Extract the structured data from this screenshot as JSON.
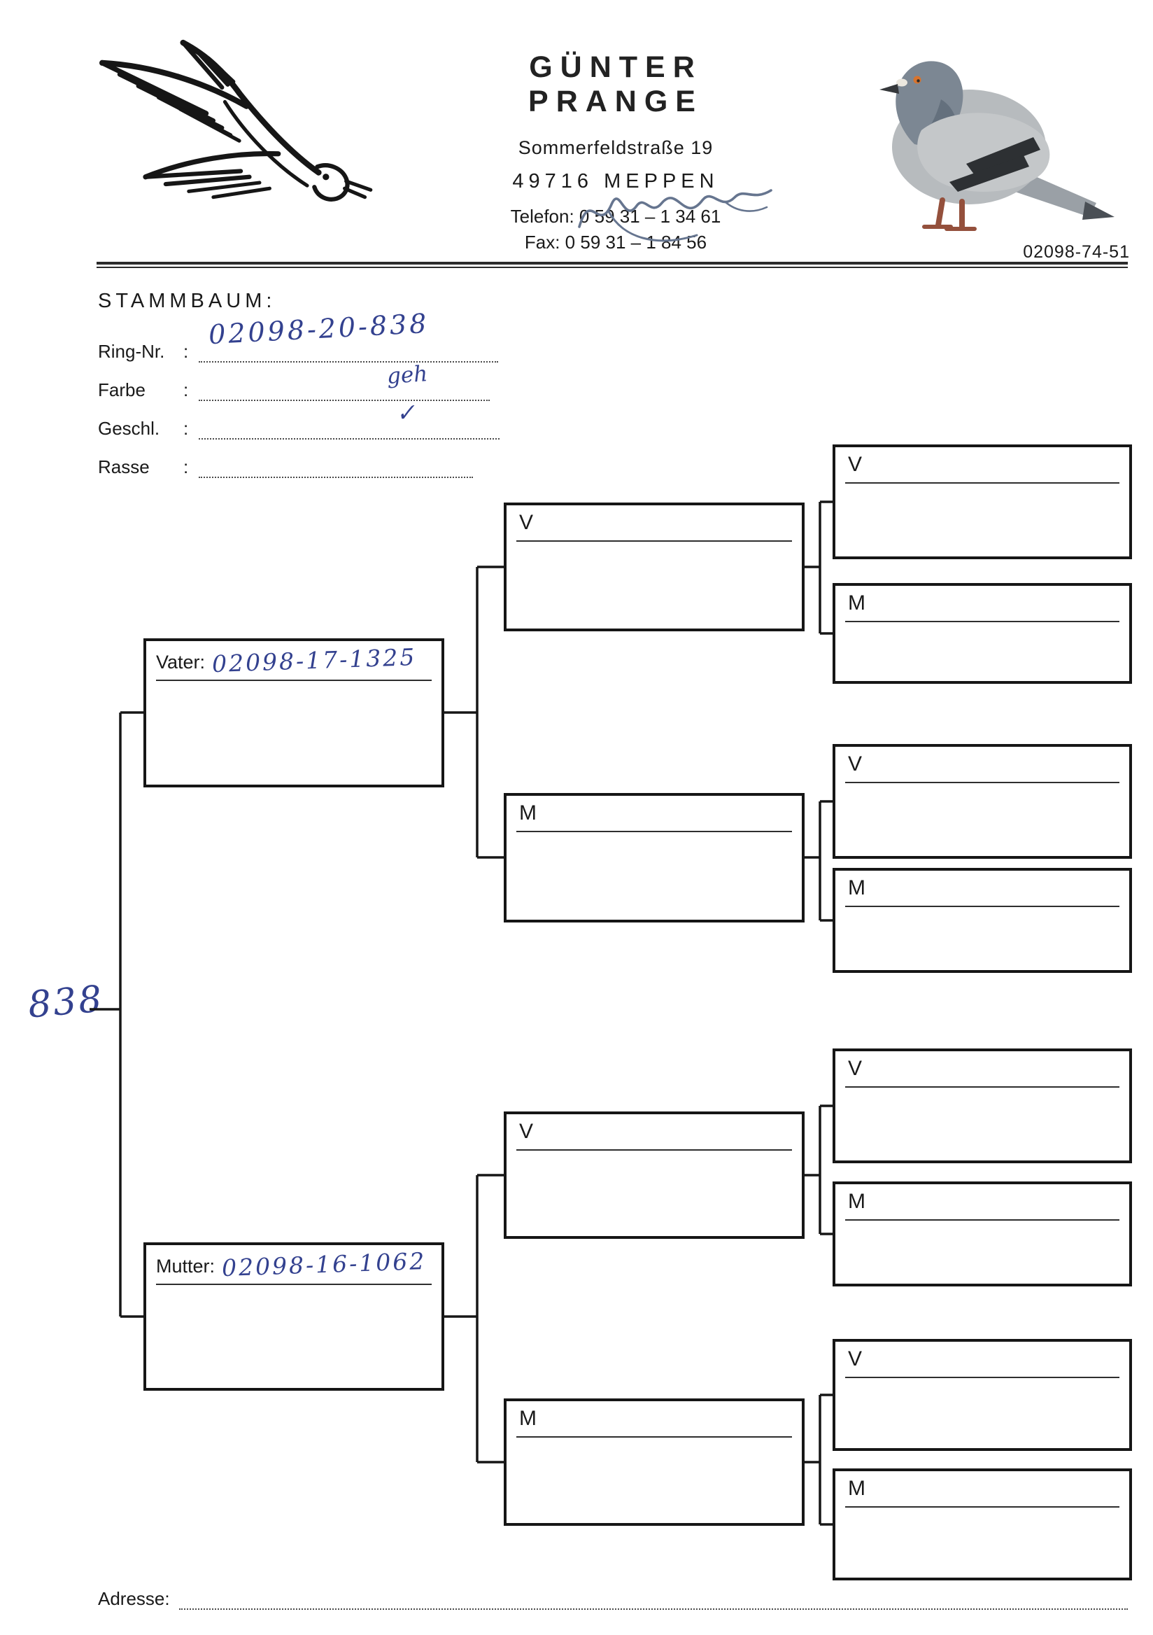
{
  "header": {
    "name": "GÜNTER PRANGE",
    "street": "Sommerfeldstraße 19",
    "city": "49716 MEPPEN",
    "phone": "Telefon: 0 59 31 – 1 34 61",
    "fax": "Fax: 0 59 31 – 1 84 56",
    "pigeon_photo_caption": "02098-74-51"
  },
  "form": {
    "section_title": "STAMMBAUM:",
    "rows": [
      {
        "label": "Ring-Nr.",
        "sep": ":",
        "value": "02098-20-838"
      },
      {
        "label": "Farbe",
        "sep": ":",
        "value": "geh"
      },
      {
        "label": "Geschl.",
        "sep": ":",
        "value": "✓"
      },
      {
        "label": "Rasse",
        "sep": ":",
        "value": ""
      }
    ],
    "adresse_label": "Adresse:"
  },
  "pedigree": {
    "root_ring": "838",
    "father": {
      "label": "Vater:",
      "ring": "02098-17-1325"
    },
    "mother": {
      "label": "Mutter:",
      "ring": "02098-16-1062"
    },
    "gen2": [
      {
        "label": "V"
      },
      {
        "label": "M"
      },
      {
        "label": "V"
      },
      {
        "label": "M"
      }
    ],
    "gen3": [
      {
        "label": "V"
      },
      {
        "label": "M"
      },
      {
        "label": "V"
      },
      {
        "label": "M"
      },
      {
        "label": "V"
      },
      {
        "label": "M"
      },
      {
        "label": "V"
      },
      {
        "label": "M"
      }
    ]
  },
  "graphics": {
    "logo": "flying-pigeon-line-art",
    "photo": "standing-racing-pigeon",
    "signature": "handwritten-signature-scribble"
  },
  "colors": {
    "ink": "#1a1a1a",
    "handwriting": "#33418f",
    "signature": "#66758f"
  }
}
